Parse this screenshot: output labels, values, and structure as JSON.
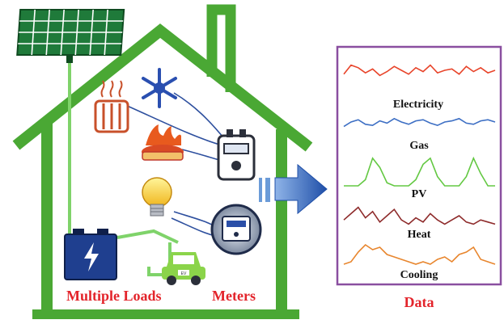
{
  "labels": {
    "loads": "Multiple Loads",
    "meters": "Meters",
    "data": "Data"
  },
  "series": [
    {
      "label": "Electricity",
      "color": "#e8442a"
    },
    {
      "label": "Gas",
      "color": "#3d6fc4"
    },
    {
      "label": "PV",
      "color": "#63c842"
    },
    {
      "label": "Heat",
      "color": "#8e2b2b"
    },
    {
      "label": "Cooling",
      "color": "#e8862e"
    }
  ],
  "meter_badge": "EV",
  "colors": {
    "house": "#4aa834",
    "panel": "#1f7a3a",
    "label_red": "#e3242b",
    "data_frame": "#8a4fa0",
    "arrow": "#2f62b8"
  },
  "icons": [
    "solar-panel-icon",
    "radiator-icon",
    "snowflake-icon",
    "gas-flame-icon",
    "lightbulb-icon",
    "battery-icon",
    "electric-car-icon",
    "gas-meter-icon",
    "electricity-meter-icon",
    "right-arrow-icon"
  ]
}
